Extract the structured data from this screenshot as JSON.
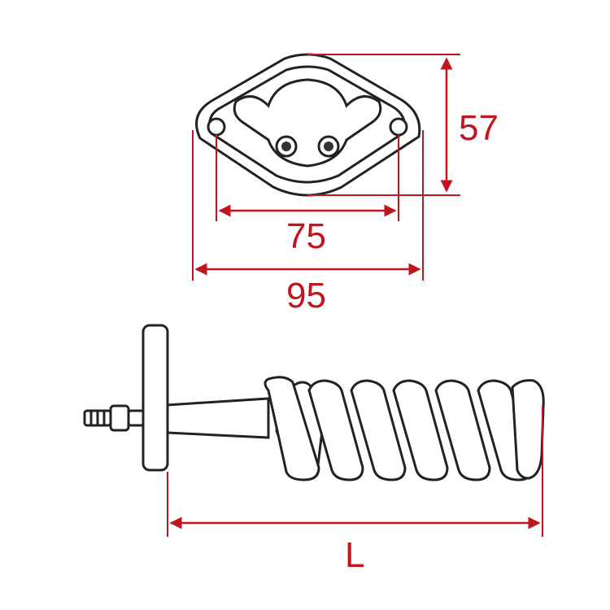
{
  "dimensions": {
    "height_flange": "57",
    "hole_spacing": "75",
    "flange_width": "95",
    "length": "L"
  },
  "colors": {
    "dimension": "#c0161f",
    "outline": "#222222"
  }
}
